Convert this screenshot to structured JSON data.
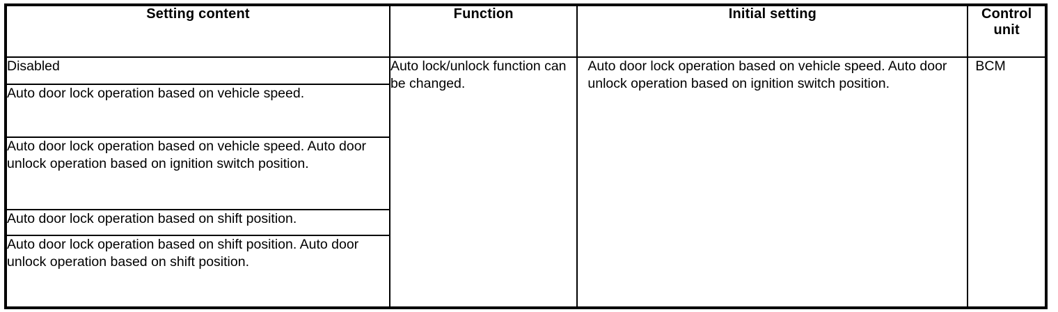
{
  "table": {
    "headers": [
      {
        "label": "Setting content",
        "name": "setting-content"
      },
      {
        "label": "Function",
        "name": "function"
      },
      {
        "label": "Initial setting",
        "name": "initial-setting"
      },
      {
        "label": "Control unit",
        "name": "control-unit"
      }
    ],
    "setting_content_rows": [
      "Disabled",
      "Auto door lock operation based on vehicle speed.",
      "Auto door lock operation based on vehicle speed. Auto door unlock operation based on ignition switch position.",
      "Auto door lock operation based on shift position.",
      "Auto door lock operation based on shift position. Auto door unlock operation based on shift position."
    ],
    "function": "Auto lock/unlock function can be changed.",
    "initial_setting": "Auto door lock operation based on vehicle speed. Auto door unlock operation based on ignition switch position.",
    "control_unit": "BCM"
  },
  "colors": {
    "rule": "#000000",
    "text": "#000000",
    "background": "#ffffff"
  }
}
